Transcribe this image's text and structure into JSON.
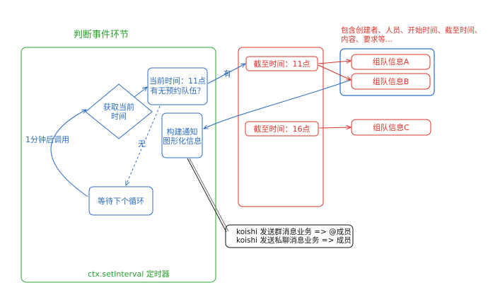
{
  "title": "判断事件环节",
  "timer_label": "ctx.setInterval 定时器",
  "nodes": {
    "get_time": [
      "获取当前",
      "时间"
    ],
    "check_team": [
      "当前时间：11点",
      "有无预约队伍？"
    ],
    "build_notice": [
      "构建通知",
      "图形化信息"
    ],
    "wait_next": "等待下个循环"
  },
  "edge_labels": {
    "after_1min": "1分钟后调用",
    "yes": "有",
    "no": "无"
  },
  "deadlines": [
    "截至时间：11点",
    "截至时间：16点"
  ],
  "teams": [
    "组队信息A",
    "组队信息B",
    "组队信息C"
  ],
  "team_note": [
    "包含创建者、人员、开始时间、截至时间、",
    "内容、要求等..."
  ],
  "koishi": [
    "koishi 发送群消息业务 => @成员",
    "koishi 发送私聊消息业务 => 成员"
  ]
}
